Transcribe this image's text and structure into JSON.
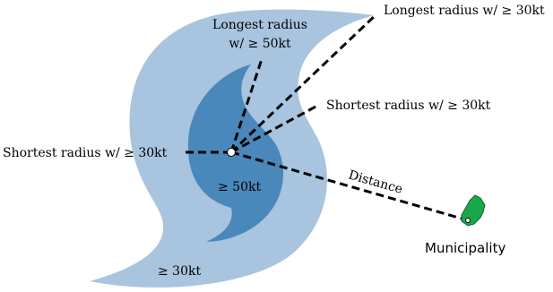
{
  "labels": {
    "longest_30": "Longest radius w/ ≥ 30kt",
    "longest_50_line1": "Longest radius",
    "longest_50_line2": "w/ ≥ 50kt",
    "shortest_30_right": "Shortest radius w/ ≥ 30kt",
    "shortest_30_left": "Shortest radius w/ ≥ 30kt",
    "inner_zone": "≥ 50kt",
    "outer_zone": "≥ 30kt",
    "distance": "Distance",
    "municipality": "Municipality"
  },
  "colors": {
    "outer_zone": "#a8c4df",
    "inner_zone": "#4a87bb",
    "municipality": "#1aa64a",
    "lines": "#000000"
  }
}
